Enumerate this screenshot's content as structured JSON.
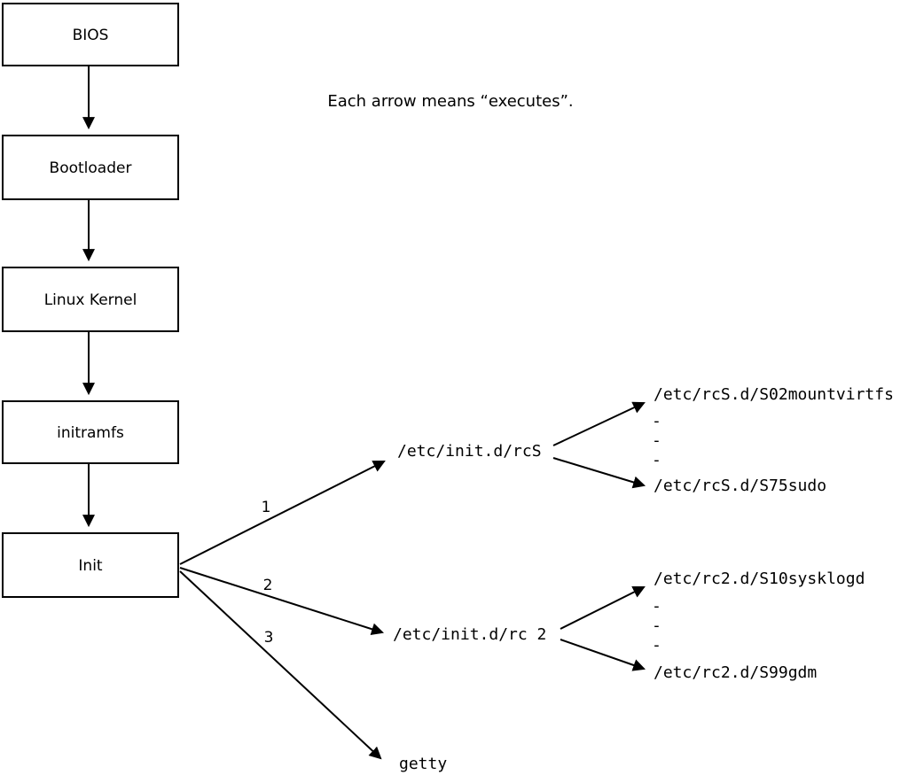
{
  "title": "Each arrow means “executes”.",
  "chain": [
    "BIOS",
    "Bootloader",
    "Linux Kernel",
    "initramfs",
    "Init"
  ],
  "branches": {
    "one": {
      "label": "1",
      "target": "/etc/init.d/rcS",
      "children": [
        "/etc/rcS.d/S02mountvirtfs",
        "-",
        "-",
        "-",
        "/etc/rcS.d/S75sudo"
      ]
    },
    "two": {
      "label": "2",
      "target": "/etc/init.d/rc 2",
      "children": [
        "/etc/rc2.d/S10sysklogd",
        "-",
        "-",
        "-",
        "/etc/rc2.d/S99gdm"
      ]
    },
    "three": {
      "label": "3",
      "target": "getty"
    }
  },
  "colors": {
    "ink": "#000000",
    "background": "#ffffff"
  }
}
